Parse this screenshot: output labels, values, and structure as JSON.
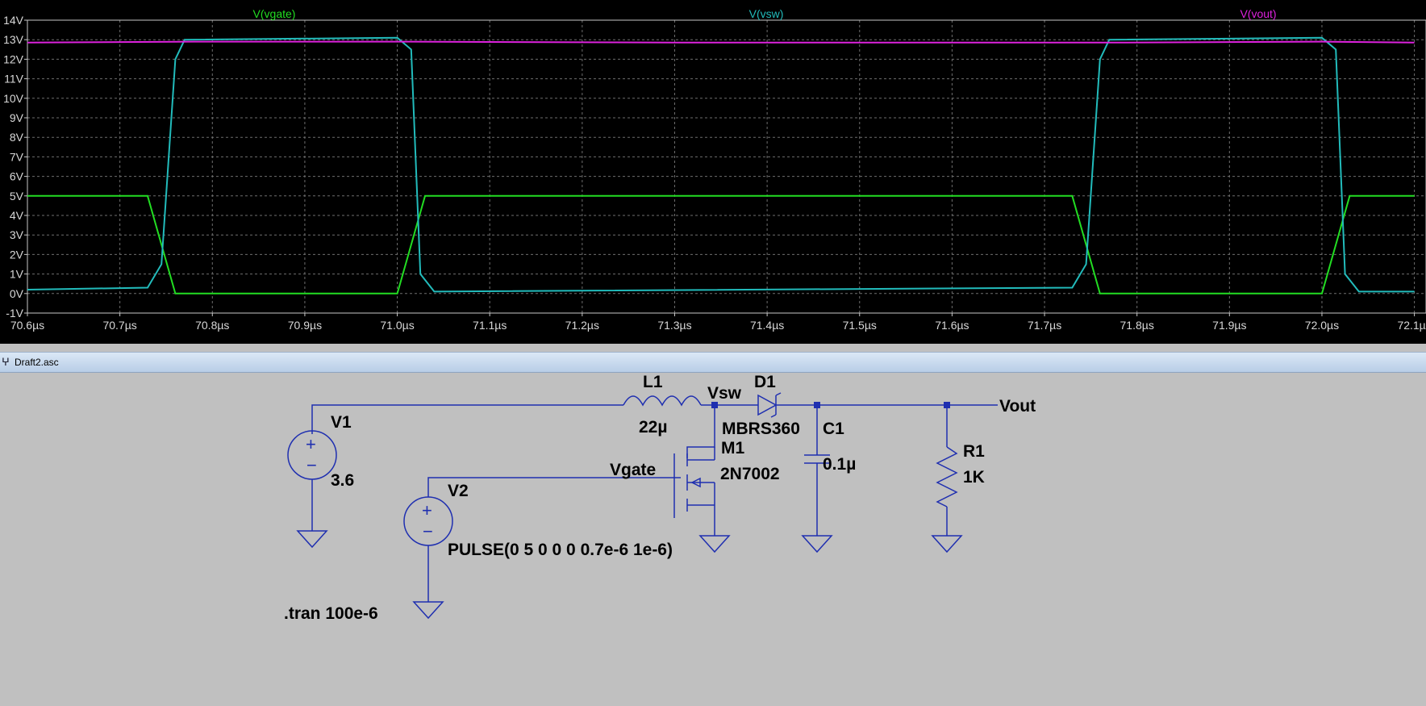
{
  "waveform": {
    "traces": [
      {
        "name": "V(vgate)",
        "color": "#22dd22"
      },
      {
        "name": "V(vsw)",
        "color": "#22bbbb"
      },
      {
        "name": "V(vout)",
        "color": "#dd22dd"
      }
    ],
    "grid_color": "#6e6e6e",
    "axis_color": "#c8c8c8",
    "chart_data": {
      "type": "line",
      "title": "",
      "xlabel": "",
      "ylabel": "",
      "xlim": [
        70.6,
        72.1
      ],
      "ylim": [
        -1,
        14
      ],
      "x_unit": "µs",
      "y_unit": "V",
      "x_ticks": [
        "70.6µs",
        "70.7µs",
        "70.8µs",
        "70.9µs",
        "71.0µs",
        "71.1µs",
        "71.2µs",
        "71.3µs",
        "71.4µs",
        "71.5µs",
        "71.6µs",
        "71.7µs",
        "71.8µs",
        "71.9µs",
        "72.0µs",
        "72.1µs"
      ],
      "y_ticks": [
        "-1V",
        "0V",
        "1V",
        "2V",
        "3V",
        "4V",
        "5V",
        "6V",
        "7V",
        "8V",
        "9V",
        "10V",
        "11V",
        "12V",
        "13V",
        "14V"
      ],
      "grid": true,
      "series": [
        {
          "name": "V(vgate)",
          "x": [
            70.6,
            70.73,
            70.76,
            71.0,
            71.03,
            71.73,
            71.76,
            72.0,
            72.03,
            72.1
          ],
          "y": [
            5,
            5,
            0,
            0,
            5,
            5,
            0,
            0,
            5,
            5
          ]
        },
        {
          "name": "V(vsw)",
          "x": [
            70.6,
            70.73,
            70.745,
            70.76,
            70.77,
            71.0,
            71.015,
            71.025,
            71.04,
            71.73,
            71.745,
            71.76,
            71.77,
            72.0,
            72.015,
            72.025,
            72.04,
            72.1
          ],
          "y": [
            0.2,
            0.3,
            1.5,
            12.0,
            13.0,
            13.1,
            12.5,
            1.0,
            0.1,
            0.3,
            1.5,
            12.0,
            13.0,
            13.1,
            12.5,
            1.0,
            0.1,
            0.1
          ]
        },
        {
          "name": "V(vout)",
          "x": [
            70.6,
            70.78,
            71.0,
            71.3,
            71.78,
            72.0,
            72.1
          ],
          "y": [
            12.85,
            12.9,
            12.9,
            12.85,
            12.85,
            12.9,
            12.85
          ]
        }
      ]
    }
  },
  "schematic_window": {
    "title": "Draft2.asc",
    "wire_color": "#1f2fb0"
  },
  "schematic": {
    "labels": {
      "l1_name": "L1",
      "l1_value": "22µ",
      "vsw": "Vsw",
      "d1_name": "D1",
      "d1_value": "MBRS360",
      "vout": "Vout",
      "v1_name": "V1",
      "v1_value": "3.6",
      "m1_name": "M1",
      "m1_value": "2N7002",
      "c1_name": "C1",
      "c1_value": "0.1µ",
      "r1_name": "R1",
      "r1_value": "1K",
      "vgate": "Vgate",
      "v2_name": "V2",
      "v2_value": "PULSE(0 5 0 0 0 0.7e-6 1e-6)",
      "tran": ".tran 100e-6"
    }
  }
}
